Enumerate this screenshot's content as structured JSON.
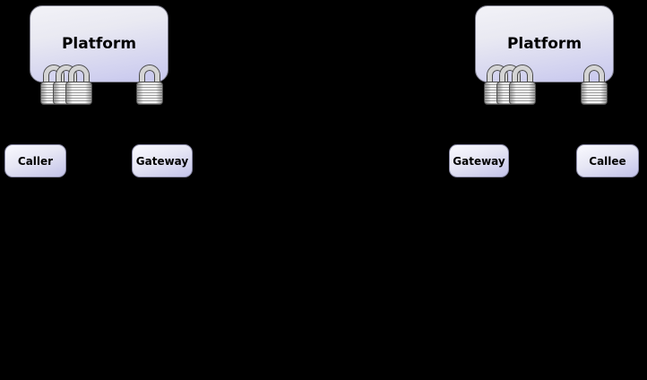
{
  "diagram": {
    "background_color": "#000000",
    "box_colors": {
      "gradient_top": "#f5f5fa",
      "gradient_bottom": "#c6c6ee",
      "border": "#7f7f8e",
      "text": "#000000"
    },
    "left_side": {
      "platform": {
        "label": "Platform"
      },
      "locks": {
        "cluster_count": 3,
        "single_count": 1,
        "icon": "padlock-icon"
      },
      "nodes": [
        {
          "label": "Caller"
        },
        {
          "label": "Gateway"
        }
      ]
    },
    "right_side": {
      "platform": {
        "label": "Platform"
      },
      "locks": {
        "cluster_count": 3,
        "single_count": 1,
        "icon": "padlock-icon"
      },
      "nodes": [
        {
          "label": "Gateway"
        },
        {
          "label": "Callee"
        }
      ]
    }
  }
}
